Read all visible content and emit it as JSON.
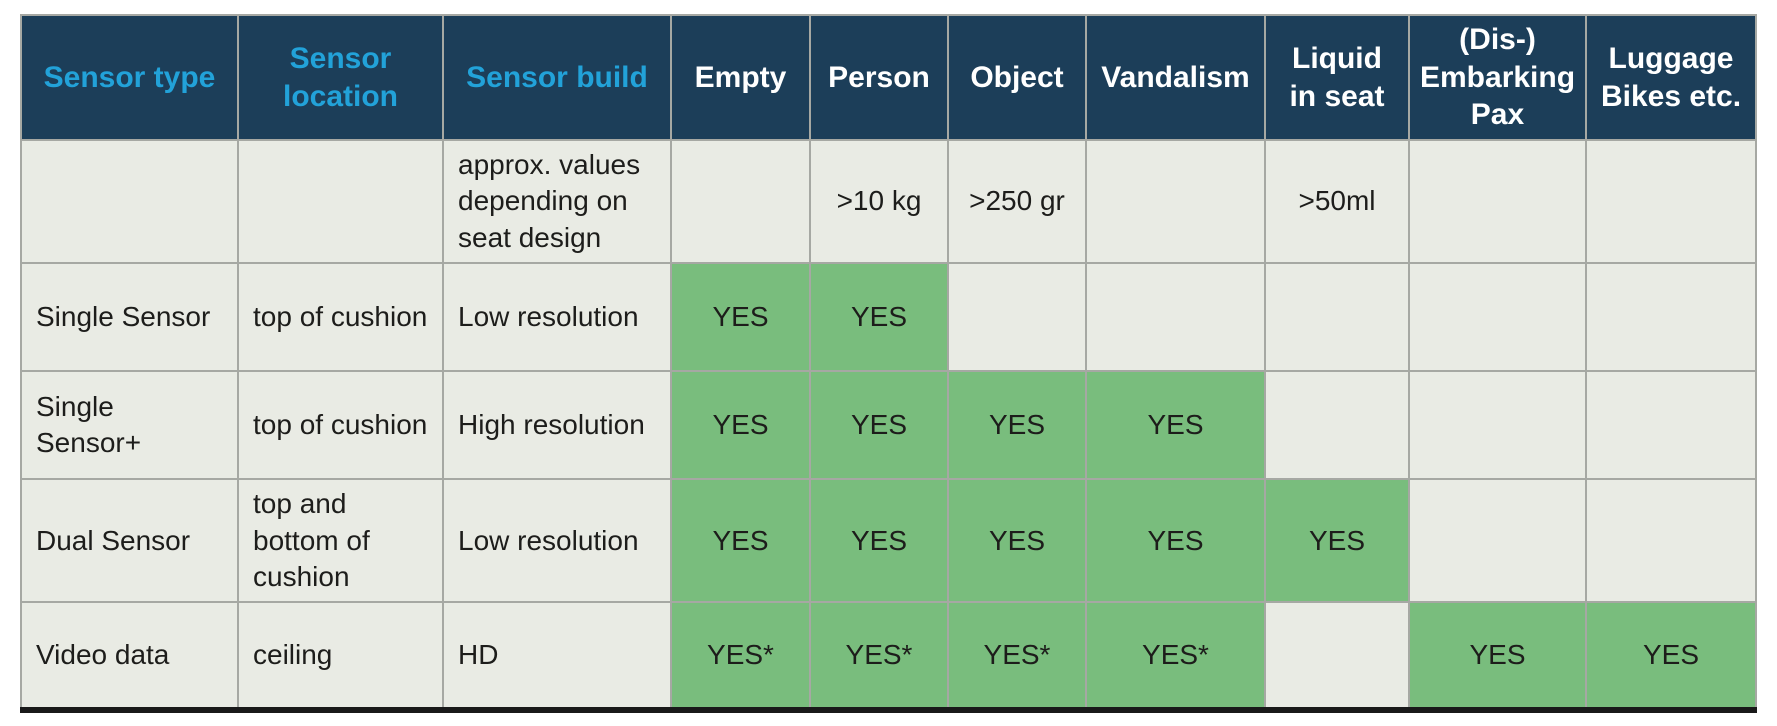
{
  "colors": {
    "header_bg": "#1c3e59",
    "header_accent_text": "#22a2d9",
    "header_text": "#ffffff",
    "cell_bg": "#e9ebe4",
    "yes_cell_bg": "#79bd7d",
    "grid_line": "#a6a8a3",
    "body_text": "#1d1d1b",
    "table_bottom_border": "#191919"
  },
  "table": {
    "columns": [
      {
        "id": "sensor-type",
        "label": "Sensor type",
        "accent": true
      },
      {
        "id": "sensor-location",
        "label": "Sensor location",
        "accent": true
      },
      {
        "id": "sensor-build",
        "label": "Sensor build",
        "accent": true
      },
      {
        "id": "empty",
        "label": "Empty",
        "accent": false
      },
      {
        "id": "person",
        "label": "Person",
        "accent": false
      },
      {
        "id": "object",
        "label": "Object",
        "accent": false
      },
      {
        "id": "vandalism",
        "label": "Vandalism",
        "accent": false
      },
      {
        "id": "liquid-in-seat",
        "label": "Liquid in seat",
        "accent": false
      },
      {
        "id": "dis-embarking-pax",
        "label": "(Dis-) Embarking Pax",
        "accent": false
      },
      {
        "id": "luggage-bikes-etc",
        "label": "Luggage Bikes etc.",
        "accent": false
      }
    ],
    "rows": [
      {
        "name": "approx-values",
        "cells": [
          {
            "text": "",
            "yes": false
          },
          {
            "text": "",
            "yes": false
          },
          {
            "text": "approx. values depending on seat design",
            "yes": false
          },
          {
            "text": "",
            "yes": false
          },
          {
            "text": ">10 kg",
            "yes": false
          },
          {
            "text": ">250 gr",
            "yes": false
          },
          {
            "text": "",
            "yes": false
          },
          {
            "text": ">50ml",
            "yes": false
          },
          {
            "text": "",
            "yes": false
          },
          {
            "text": "",
            "yes": false
          }
        ]
      },
      {
        "name": "single-sensor",
        "cells": [
          {
            "text": "Single Sensor",
            "yes": false
          },
          {
            "text": "top of cushion",
            "yes": false
          },
          {
            "text": "Low resolution",
            "yes": false
          },
          {
            "text": "YES",
            "yes": true
          },
          {
            "text": "YES",
            "yes": true
          },
          {
            "text": "",
            "yes": false
          },
          {
            "text": "",
            "yes": false
          },
          {
            "text": "",
            "yes": false
          },
          {
            "text": "",
            "yes": false
          },
          {
            "text": "",
            "yes": false
          }
        ]
      },
      {
        "name": "single-sensor-plus",
        "cells": [
          {
            "text": "Single Sensor+",
            "yes": false
          },
          {
            "text": "top of cushion",
            "yes": false
          },
          {
            "text": "High resolution",
            "yes": false
          },
          {
            "text": "YES",
            "yes": true
          },
          {
            "text": "YES",
            "yes": true
          },
          {
            "text": "YES",
            "yes": true
          },
          {
            "text": "YES",
            "yes": true
          },
          {
            "text": "",
            "yes": false
          },
          {
            "text": "",
            "yes": false
          },
          {
            "text": "",
            "yes": false
          }
        ]
      },
      {
        "name": "dual-sensor",
        "cells": [
          {
            "text": "Dual Sensor",
            "yes": false
          },
          {
            "text": "top and bottom of cushion",
            "yes": false
          },
          {
            "text": "Low resolution",
            "yes": false
          },
          {
            "text": "YES",
            "yes": true
          },
          {
            "text": "YES",
            "yes": true
          },
          {
            "text": "YES",
            "yes": true
          },
          {
            "text": "YES",
            "yes": true
          },
          {
            "text": "YES",
            "yes": true
          },
          {
            "text": "",
            "yes": false
          },
          {
            "text": "",
            "yes": false
          }
        ]
      },
      {
        "name": "video-data",
        "cells": [
          {
            "text": "Video data",
            "yes": false
          },
          {
            "text": "ceiling",
            "yes": false
          },
          {
            "text": "HD",
            "yes": false
          },
          {
            "text": "YES*",
            "yes": true
          },
          {
            "text": "YES*",
            "yes": true
          },
          {
            "text": "YES*",
            "yes": true
          },
          {
            "text": "YES*",
            "yes": true
          },
          {
            "text": "",
            "yes": false
          },
          {
            "text": "YES",
            "yes": true
          },
          {
            "text": "YES",
            "yes": true
          }
        ]
      }
    ]
  },
  "chart_data": {
    "type": "table",
    "title": "Sensor type capability comparison",
    "columns": [
      "Sensor type",
      "Sensor location",
      "Sensor build",
      "Empty",
      "Person",
      "Object",
      "Vandalism",
      "Liquid in seat",
      "(Dis-) Embarking Pax",
      "Luggage Bikes etc."
    ],
    "rows": [
      [
        "",
        "",
        "approx. values depending on seat design",
        "",
        ">10 kg",
        ">250 gr",
        "",
        ">50ml",
        "",
        ""
      ],
      [
        "Single Sensor",
        "top of cushion",
        "Low resolution",
        "YES",
        "YES",
        "",
        "",
        "",
        "",
        ""
      ],
      [
        "Single Sensor+",
        "top of cushion",
        "High resolution",
        "YES",
        "YES",
        "YES",
        "YES",
        "",
        "",
        ""
      ],
      [
        "Dual Sensor",
        "top and bottom of cushion",
        "Low resolution",
        "YES",
        "YES",
        "YES",
        "YES",
        "YES",
        "",
        ""
      ],
      [
        "Video data",
        "ceiling",
        "HD",
        "YES*",
        "YES*",
        "YES*",
        "YES*",
        "",
        "YES",
        "YES"
      ]
    ],
    "highlight_value_meaning": "green cell = capability supported (YES / YES*)"
  }
}
